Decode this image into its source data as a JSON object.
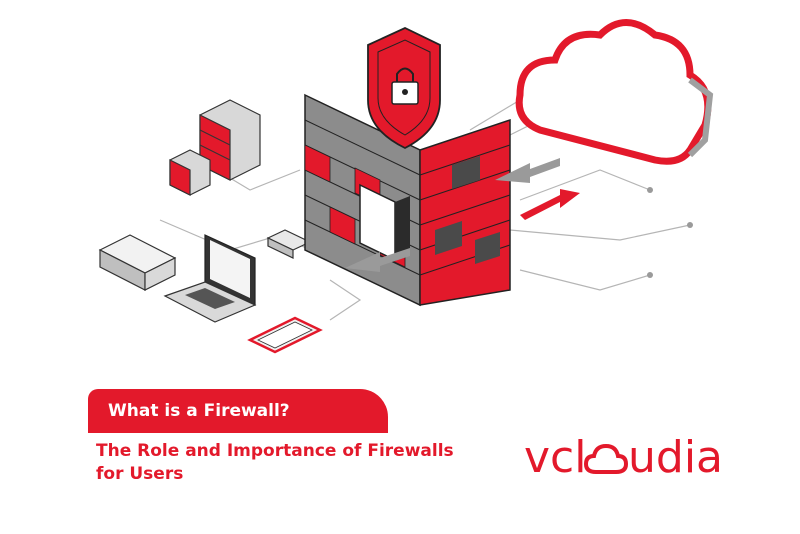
{
  "banner": {
    "title": "What is a Firewall?",
    "subtitle_line1": "The Role and Importance of Firewalls",
    "subtitle_line2": "for Users"
  },
  "logo": {
    "brand_before": "vcl",
    "brand_after": "udia"
  },
  "colors": {
    "brand_red": "#e3192b",
    "wall_gray": "#8c8c8c",
    "line_gray": "#b5b5b5"
  },
  "icons": [
    "shield-lock-icon",
    "cloud-icon",
    "server-rack-icon",
    "network-switch-icon",
    "laptop-icon",
    "smartphone-icon",
    "router-icon",
    "firewall-wall-icon"
  ]
}
